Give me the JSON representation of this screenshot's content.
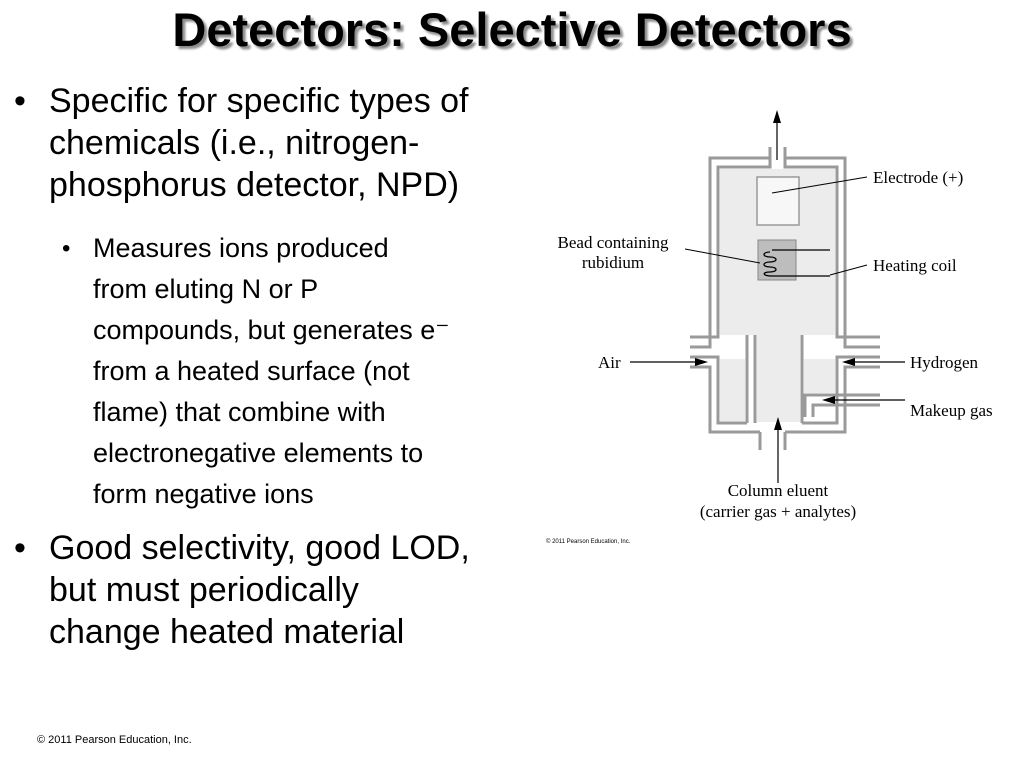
{
  "title": "Detectors: Selective Detectors",
  "bullets": {
    "b1_lines": [
      "Specific for specific types of",
      "chemicals (i.e., nitrogen-",
      "phosphorus detector, NPD)"
    ],
    "sub_lines": [
      "Measures ions produced",
      "from eluting N or P",
      "compounds, but generates e⁻",
      "from a heated surface (not",
      "flame) that combine with",
      "electronegative elements to",
      "form negative ions"
    ],
    "b2_lines": [
      "Good selectivity, good LOD,",
      "but must periodically",
      "change heated material"
    ],
    "bullet_char": "•"
  },
  "diagram": {
    "labels": {
      "electrode": "Electrode (+)",
      "bead_line1": "Bead containing",
      "bead_line2": "rubidium",
      "heating_coil": "Heating coil",
      "air": "Air",
      "hydrogen": "Hydrogen",
      "makeup_gas": "Makeup gas",
      "column_line1": "Column eluent",
      "column_line2": "(carrier gas + analytes)",
      "copyright": "© 2011 Pearson Education, Inc."
    }
  },
  "footer": "© 2011 Pearson Education, Inc."
}
